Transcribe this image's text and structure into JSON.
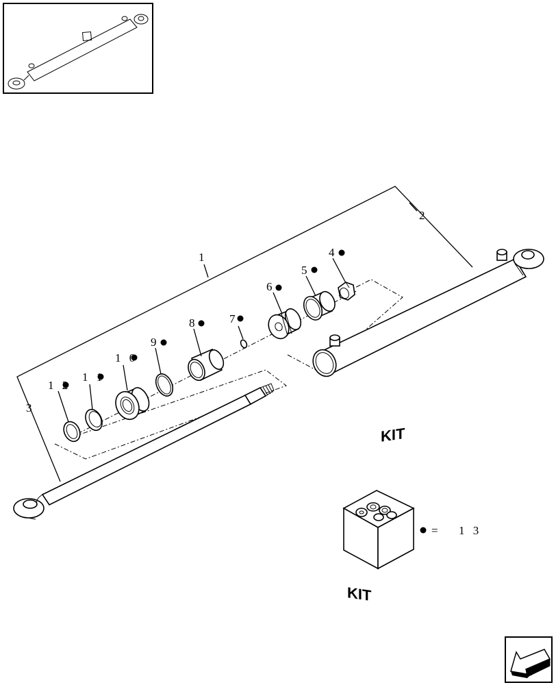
{
  "callouts": {
    "c1": "1",
    "c2": "2",
    "c3": "3",
    "c4": "4",
    "c5": "5",
    "c6": "6",
    "c7": "7",
    "c8": "8",
    "c9": "9",
    "c10": "1 0",
    "c11": "1 1",
    "c12": "1 2"
  },
  "kit": {
    "label_left": "KIT",
    "label_right": "KIT",
    "equals": "=",
    "ref": "1 3"
  },
  "colors": {
    "line": "#000000",
    "background": "#ffffff"
  },
  "icons": {
    "bullet": "filled-circle",
    "nav": "arrow-back-icon"
  }
}
